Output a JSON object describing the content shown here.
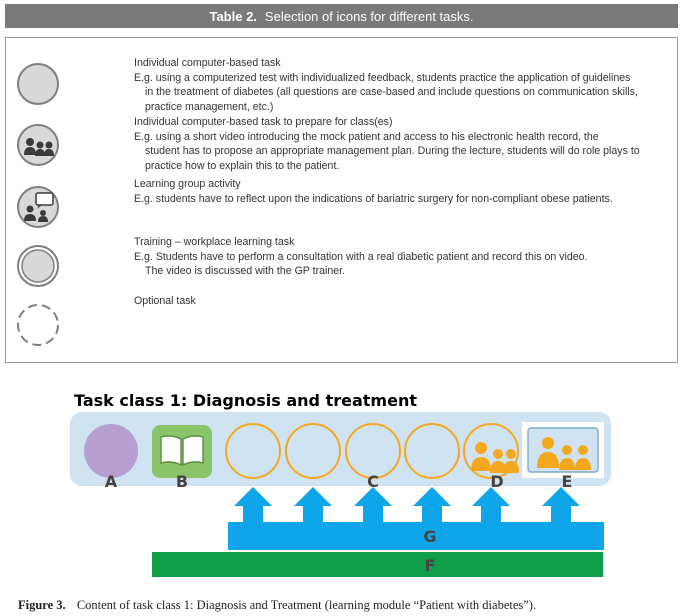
{
  "table": {
    "number": "Table 2.",
    "title": "Selection of icons for different tasks.",
    "rows": [
      {
        "icon": "solid-circle-icon",
        "title": "Individual computer-based task",
        "lines": [
          "E.g. using a computerized test with individualized feedback, students practice the application of guidelines",
          "in the treatment of diabetes (all questions are case-based and include questions on communication skills,",
          "practice management, etc.)"
        ]
      },
      {
        "icon": "people-circle-icon",
        "title": "Individual computer-based task to prepare for class(es)",
        "lines": [
          "E.g. using a short video introducing the mock patient and access to his electronic health record, the",
          "student has to propose an appropriate management plan. During the lecture, students will do role plays to",
          "practice how to explain this to the patient."
        ]
      },
      {
        "icon": "group-chat-circle-icon",
        "title": "Learning group activity",
        "lines": [
          "E.g. students have to reflect upon the indications of bariatric surgery for non-compliant obese patients."
        ]
      },
      {
        "icon": "double-circle-icon",
        "title": "Training – workplace learning task",
        "lines": [
          "E.g. Students have to perform a consultation with a real diabetic patient and record this on video.",
          "The video is discussed with the GP trainer."
        ]
      },
      {
        "icon": "dashed-circle-icon",
        "title": "Optional task",
        "lines": []
      }
    ]
  },
  "figure": {
    "title": "Task class 1: Diagnosis and treatment",
    "labels": {
      "a": "A",
      "b": "B",
      "c": "C",
      "d": "D",
      "e": "E",
      "f": "F",
      "g": "G"
    },
    "colors": {
      "band": "#cfe3f3",
      "purple": "#b79fcf",
      "green": "#8cc46a",
      "orange": "#f5a81e",
      "blue_bar": "#0ea5e9",
      "green_bar": "#0f9d4a"
    }
  },
  "caption": {
    "number": "Figure 3.",
    "text": "Content of task class 1: Diagnosis and Treatment (learning module “Patient with diabetes”)."
  }
}
